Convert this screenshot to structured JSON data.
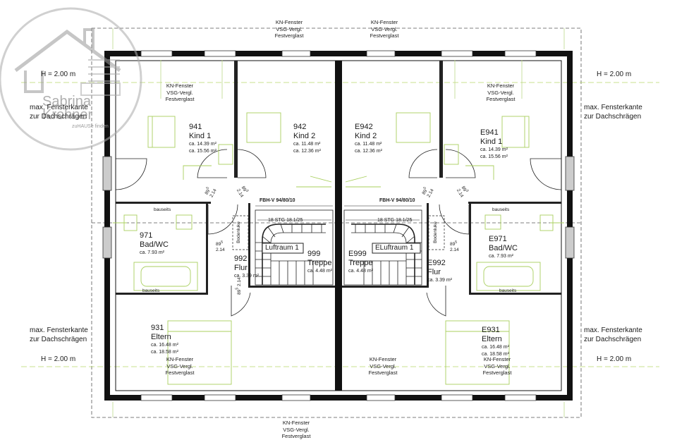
{
  "watermark": {
    "brand_line1": "Sabrina",
    "brand_line2": "Krohner",
    "slogan": "zuHAUSe finden"
  },
  "window_note": {
    "line1": "KN-Fenster",
    "line2": "VSG-Vergl.",
    "line3": "Festverglast"
  },
  "side_labels": {
    "height": "H = 2.00 m",
    "max_line1": "max. Fensterkante",
    "max_line2": "zur Dachschrägen"
  },
  "rooms": [
    {
      "num": "941",
      "name": "Kind 1",
      "area1": "ca. 14.39 m²",
      "area2": "ca. 15.56 m²"
    },
    {
      "num": "942",
      "name": "Kind 2",
      "area1": "ca. 11.48 m²",
      "area2": "ca. 12.36 m²"
    },
    {
      "num": "E942",
      "name": "Kind 2",
      "area1": "ca. 11.48 m²",
      "area2": "ca. 12.36 m²"
    },
    {
      "num": "E941",
      "name": "Kind 1",
      "area1": "ca. 14.39 m²",
      "area2": "ca. 15.56 m²"
    },
    {
      "num": "971",
      "name": "Bad/WC",
      "area1": "ca. 7.93 m²"
    },
    {
      "num": "E971",
      "name": "Bad/WC",
      "area1": "ca. 7.93 m²"
    },
    {
      "num": "992",
      "name": "Flur",
      "area1": "ca. 3.39 m²"
    },
    {
      "num": "E992",
      "name": "Flur",
      "area1": "ca. 3.39 m²"
    },
    {
      "num": "999",
      "name": "Treppe",
      "area1": "ca. 4.48 m²"
    },
    {
      "num": "E999",
      "name": "Treppe",
      "area1": "ca. 4.48 m²"
    },
    {
      "num": "931",
      "name": "Eltern",
      "area1": "ca. 16.48 m²",
      "area2": "ca. 18.58 m²"
    },
    {
      "num": "E931",
      "name": "Eltern",
      "area1": "ca. 16.48 m²",
      "area2": "ca. 18.58 m²"
    }
  ],
  "luftraum_left": "Luftraum 1",
  "luftraum_right": "ELuftraum 1",
  "fbh": "FBH-V 94/80/10",
  "stairs": "18 STG 18.1/25",
  "bodenluke": "Bodenluke",
  "bauseits": "bauseits",
  "door_dims": {
    "d89": "89",
    "d5": "5",
    "d214": "2.14"
  }
}
